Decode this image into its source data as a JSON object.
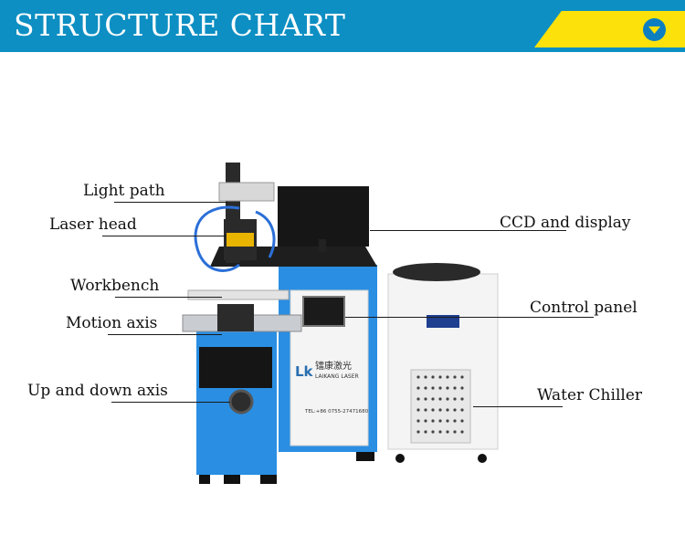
{
  "header": {
    "title": "STRUCTURE CHART",
    "dropdown_icon": "chevron-down-icon"
  },
  "colors": {
    "banner_blue": "#0d8fc3",
    "banner_yellow": "#fde10a",
    "machine_blue": "#2a8ee3",
    "chiller_white": "#f4f4f4"
  },
  "labels": {
    "light_path": "Light path",
    "laser_head": "Laser head",
    "workbench": "Workbench",
    "motion_axis": "Motion axis",
    "up_down_axis": "Up and down axis",
    "ccd_display": "CCD and display",
    "control_panel": "Control panel",
    "water_chiller": "Water Chiller"
  },
  "machine": {
    "brand_cn": "镭康激光",
    "brand_en": "LAIKANG LASER",
    "phone": "TEL:+86 0755-27471680"
  }
}
